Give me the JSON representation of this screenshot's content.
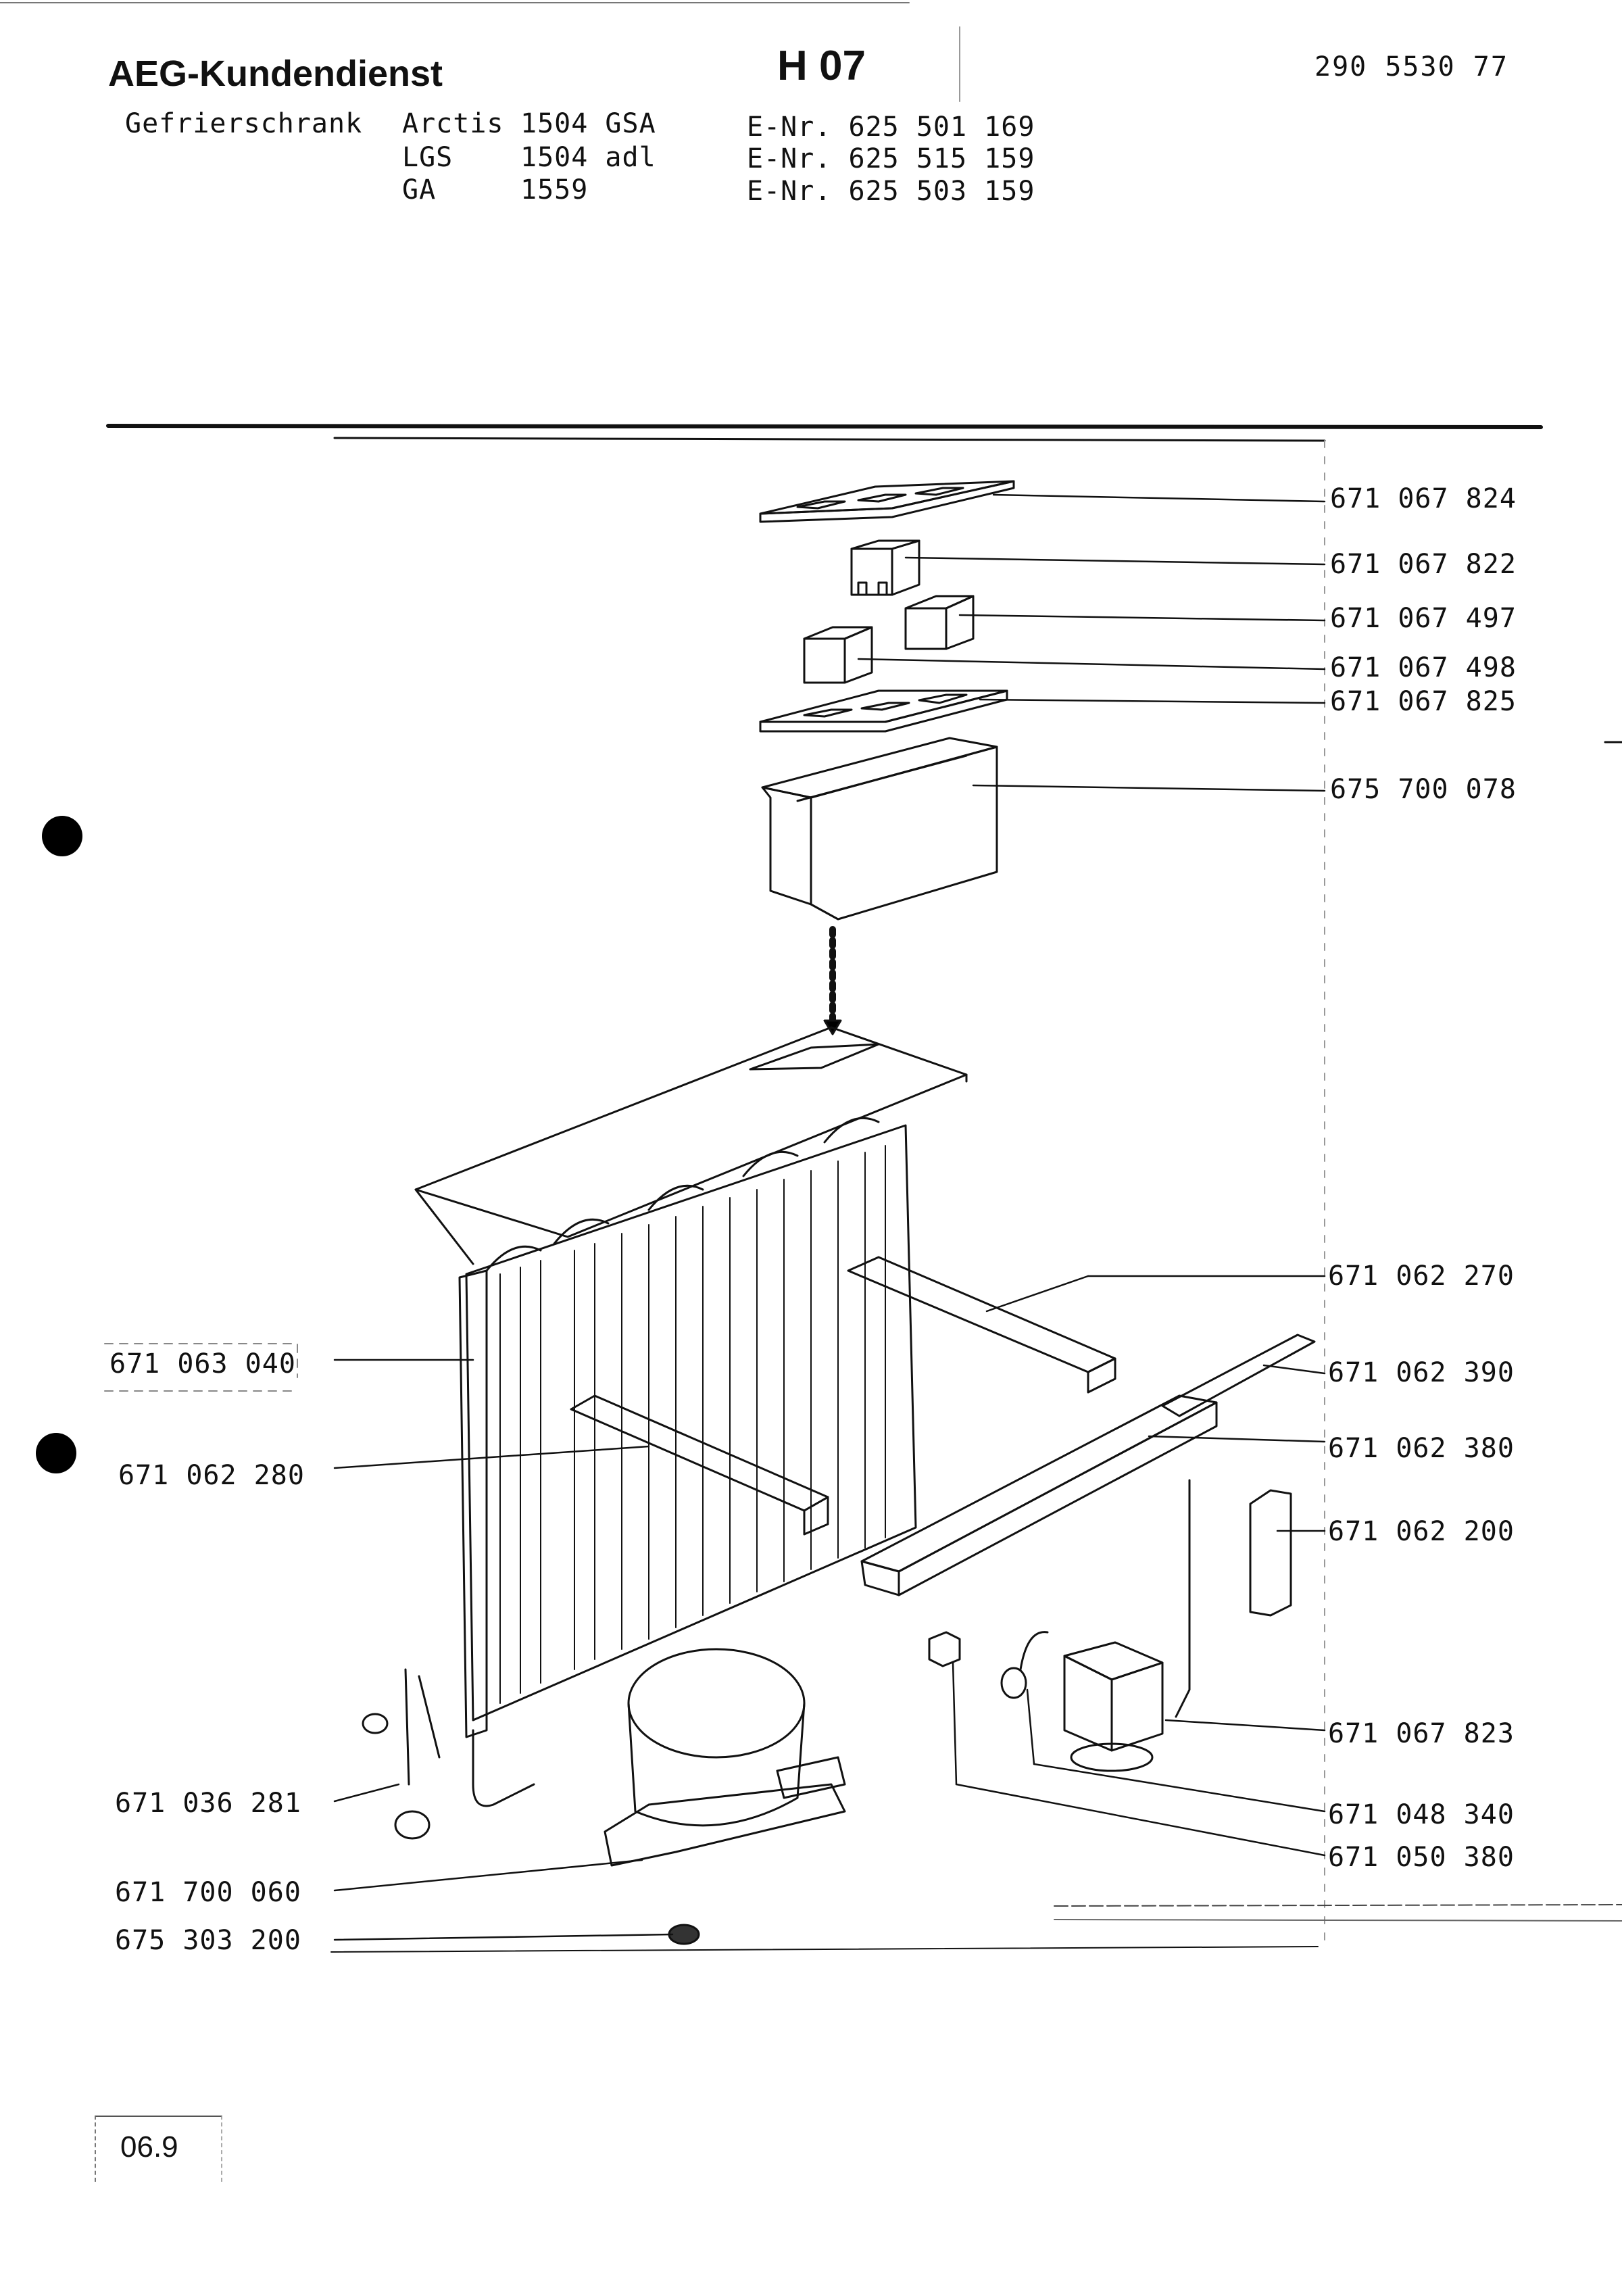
{
  "header": {
    "title": "AEG-Kundendienst",
    "section_code": "H 07",
    "document_number": "290 5530 77",
    "appliance_type": "Gefrierschrank",
    "models": [
      {
        "name": "Arctis",
        "model": "1504 GSA",
        "enr": "E-Nr. 625 501 169"
      },
      {
        "name": "LGS",
        "model": "1504 adl",
        "enr": "E-Nr. 625 515 159"
      },
      {
        "name": "GA",
        "model": "1559",
        "enr": "E-Nr. 625 503 159"
      }
    ]
  },
  "parts_right": [
    "671 067 824",
    "671 067 822",
    "671 067 497",
    "671 067 498",
    "671 067 825",
    "675 700 078",
    "671 062 270",
    "671 062 390",
    "671 062 380",
    "671 062 200",
    "671 067 823",
    "671 048 340",
    "671 050 380"
  ],
  "parts_left": [
    "671 063 040",
    "671 062 280",
    "671 036 281",
    "671 700 060",
    "675 303 200"
  ],
  "footer": {
    "code": "06.9"
  }
}
